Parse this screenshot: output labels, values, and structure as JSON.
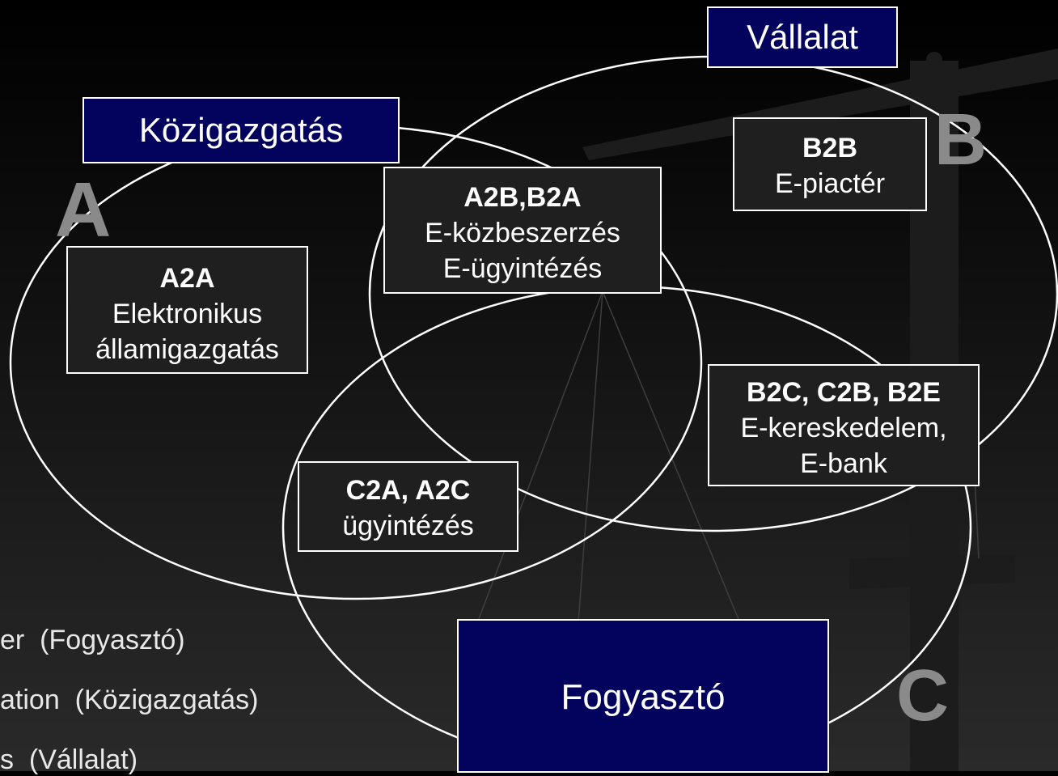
{
  "domain_titles": {
    "kozigazgatas": "Közigazgatás",
    "vallalat": "Vállalat",
    "fogyaszto": "Fogyasztó"
  },
  "letters": {
    "a": "A",
    "b": "B",
    "c": "C"
  },
  "boxes": {
    "a2a": {
      "code": "A2A",
      "lines": [
        "Elektronikus",
        "államigazgatás"
      ]
    },
    "a2b_b2a": {
      "code": "A2B,B2A",
      "lines": [
        "E-közbeszerzés",
        "E-ügyintézés"
      ]
    },
    "b2b": {
      "code": "B2B",
      "lines": [
        "E-piactér"
      ]
    },
    "b2c": {
      "code": "B2C, C2B, B2E",
      "lines": [
        "E-kereskedelem,",
        "E-bank"
      ]
    },
    "c2a": {
      "code": "C2A, A2C",
      "lines": [
        "ügyintézés"
      ]
    }
  },
  "legend": [
    "er  (Fogyasztó)",
    "ation  (Közigazgatás)",
    "s  (Vállalat)"
  ],
  "colors": {
    "navy": "#03035e",
    "box_dark": "#1f1f1f",
    "ellipse_stroke": "#ffffff",
    "letter_gray": "#8a8a8a"
  }
}
